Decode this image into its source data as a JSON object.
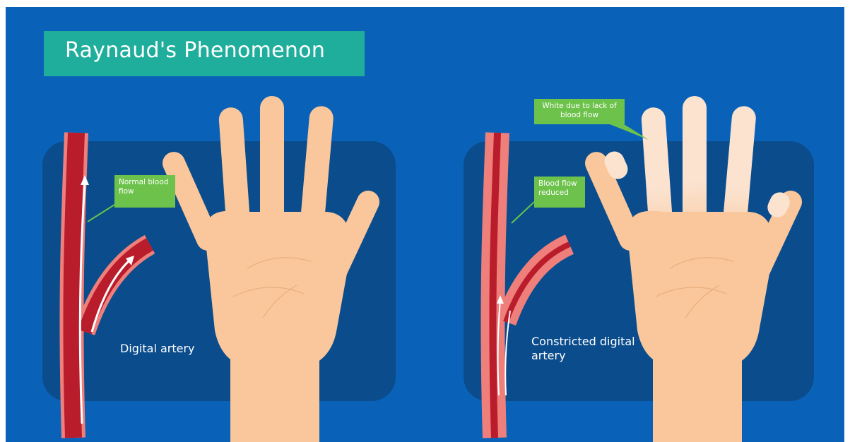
{
  "title": "Raynaud's Phenomenon",
  "left_panel": {
    "callout": "Normal blood flow",
    "label": "Digital artery"
  },
  "right_panel": {
    "callout_top": "White due to lack of blood flow",
    "callout_mid": "Blood flow reduced",
    "label": "Constricted digital artery"
  },
  "colors": {
    "background": "#0a62b8",
    "panel": "#0a4c8c",
    "title_box": "#1fae9c",
    "callout": "#6cc24a",
    "artery_outer": "#ef7f7b",
    "artery_inner": "#b91c2b",
    "skin": "#f9c79b",
    "skin_pale": "#fbe3d0"
  }
}
